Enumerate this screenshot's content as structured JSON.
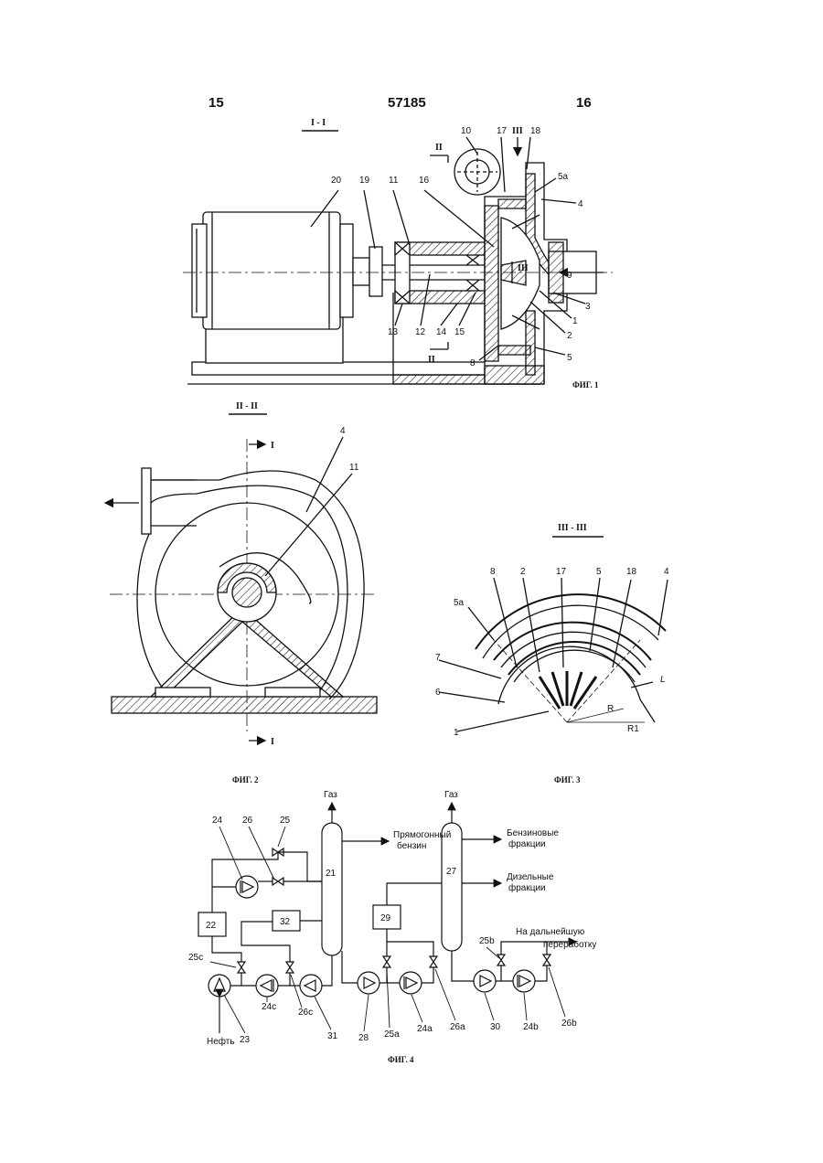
{
  "header": {
    "page_left": "15",
    "patent_no": "57185",
    "page_right": "16"
  },
  "fig1": {
    "section": "I - I",
    "cut2": "II",
    "cut3": "III",
    "cut3b": "III",
    "cut2b": "II",
    "caption": "ФИГ. 1",
    "labels": [
      "20",
      "19",
      "11",
      "16",
      "10",
      "17",
      "18",
      "5a",
      "4",
      "9",
      "3",
      "1",
      "2",
      "5",
      "8",
      "13",
      "12",
      "14",
      "15"
    ]
  },
  "fig2": {
    "section": "II - II",
    "cut_top": "I",
    "cut_bottom": "I",
    "labels": [
      "4",
      "11"
    ],
    "caption": "ФИГ. 2"
  },
  "fig3": {
    "section": "III - III",
    "labels": [
      "8",
      "2",
      "17",
      "5",
      "18",
      "4",
      "5a",
      "7",
      "6",
      "1",
      "L",
      "R",
      "R1"
    ],
    "caption": "ФИГ. 3"
  },
  "fig4": {
    "caption": "ФИГ. 4",
    "gas1": "Газ",
    "gas2": "Газ",
    "straight_run_line1": "Прямогонный",
    "straight_run_line2": "бензин",
    "gasoline_line1": "Бензиновые",
    "gasoline_line2": "фракции",
    "diesel_line1": "Дизельные",
    "diesel_line2": "фракции",
    "further_line1": "На дальнейшую",
    "further_line2": "переработку",
    "oil": "Нефть",
    "labels": [
      "24",
      "26",
      "25",
      "21",
      "27",
      "22",
      "32",
      "29",
      "25c",
      "25b",
      "23",
      "24c",
      "26c",
      "31",
      "28",
      "25a",
      "24a",
      "26a",
      "30",
      "24b",
      "26b"
    ]
  }
}
